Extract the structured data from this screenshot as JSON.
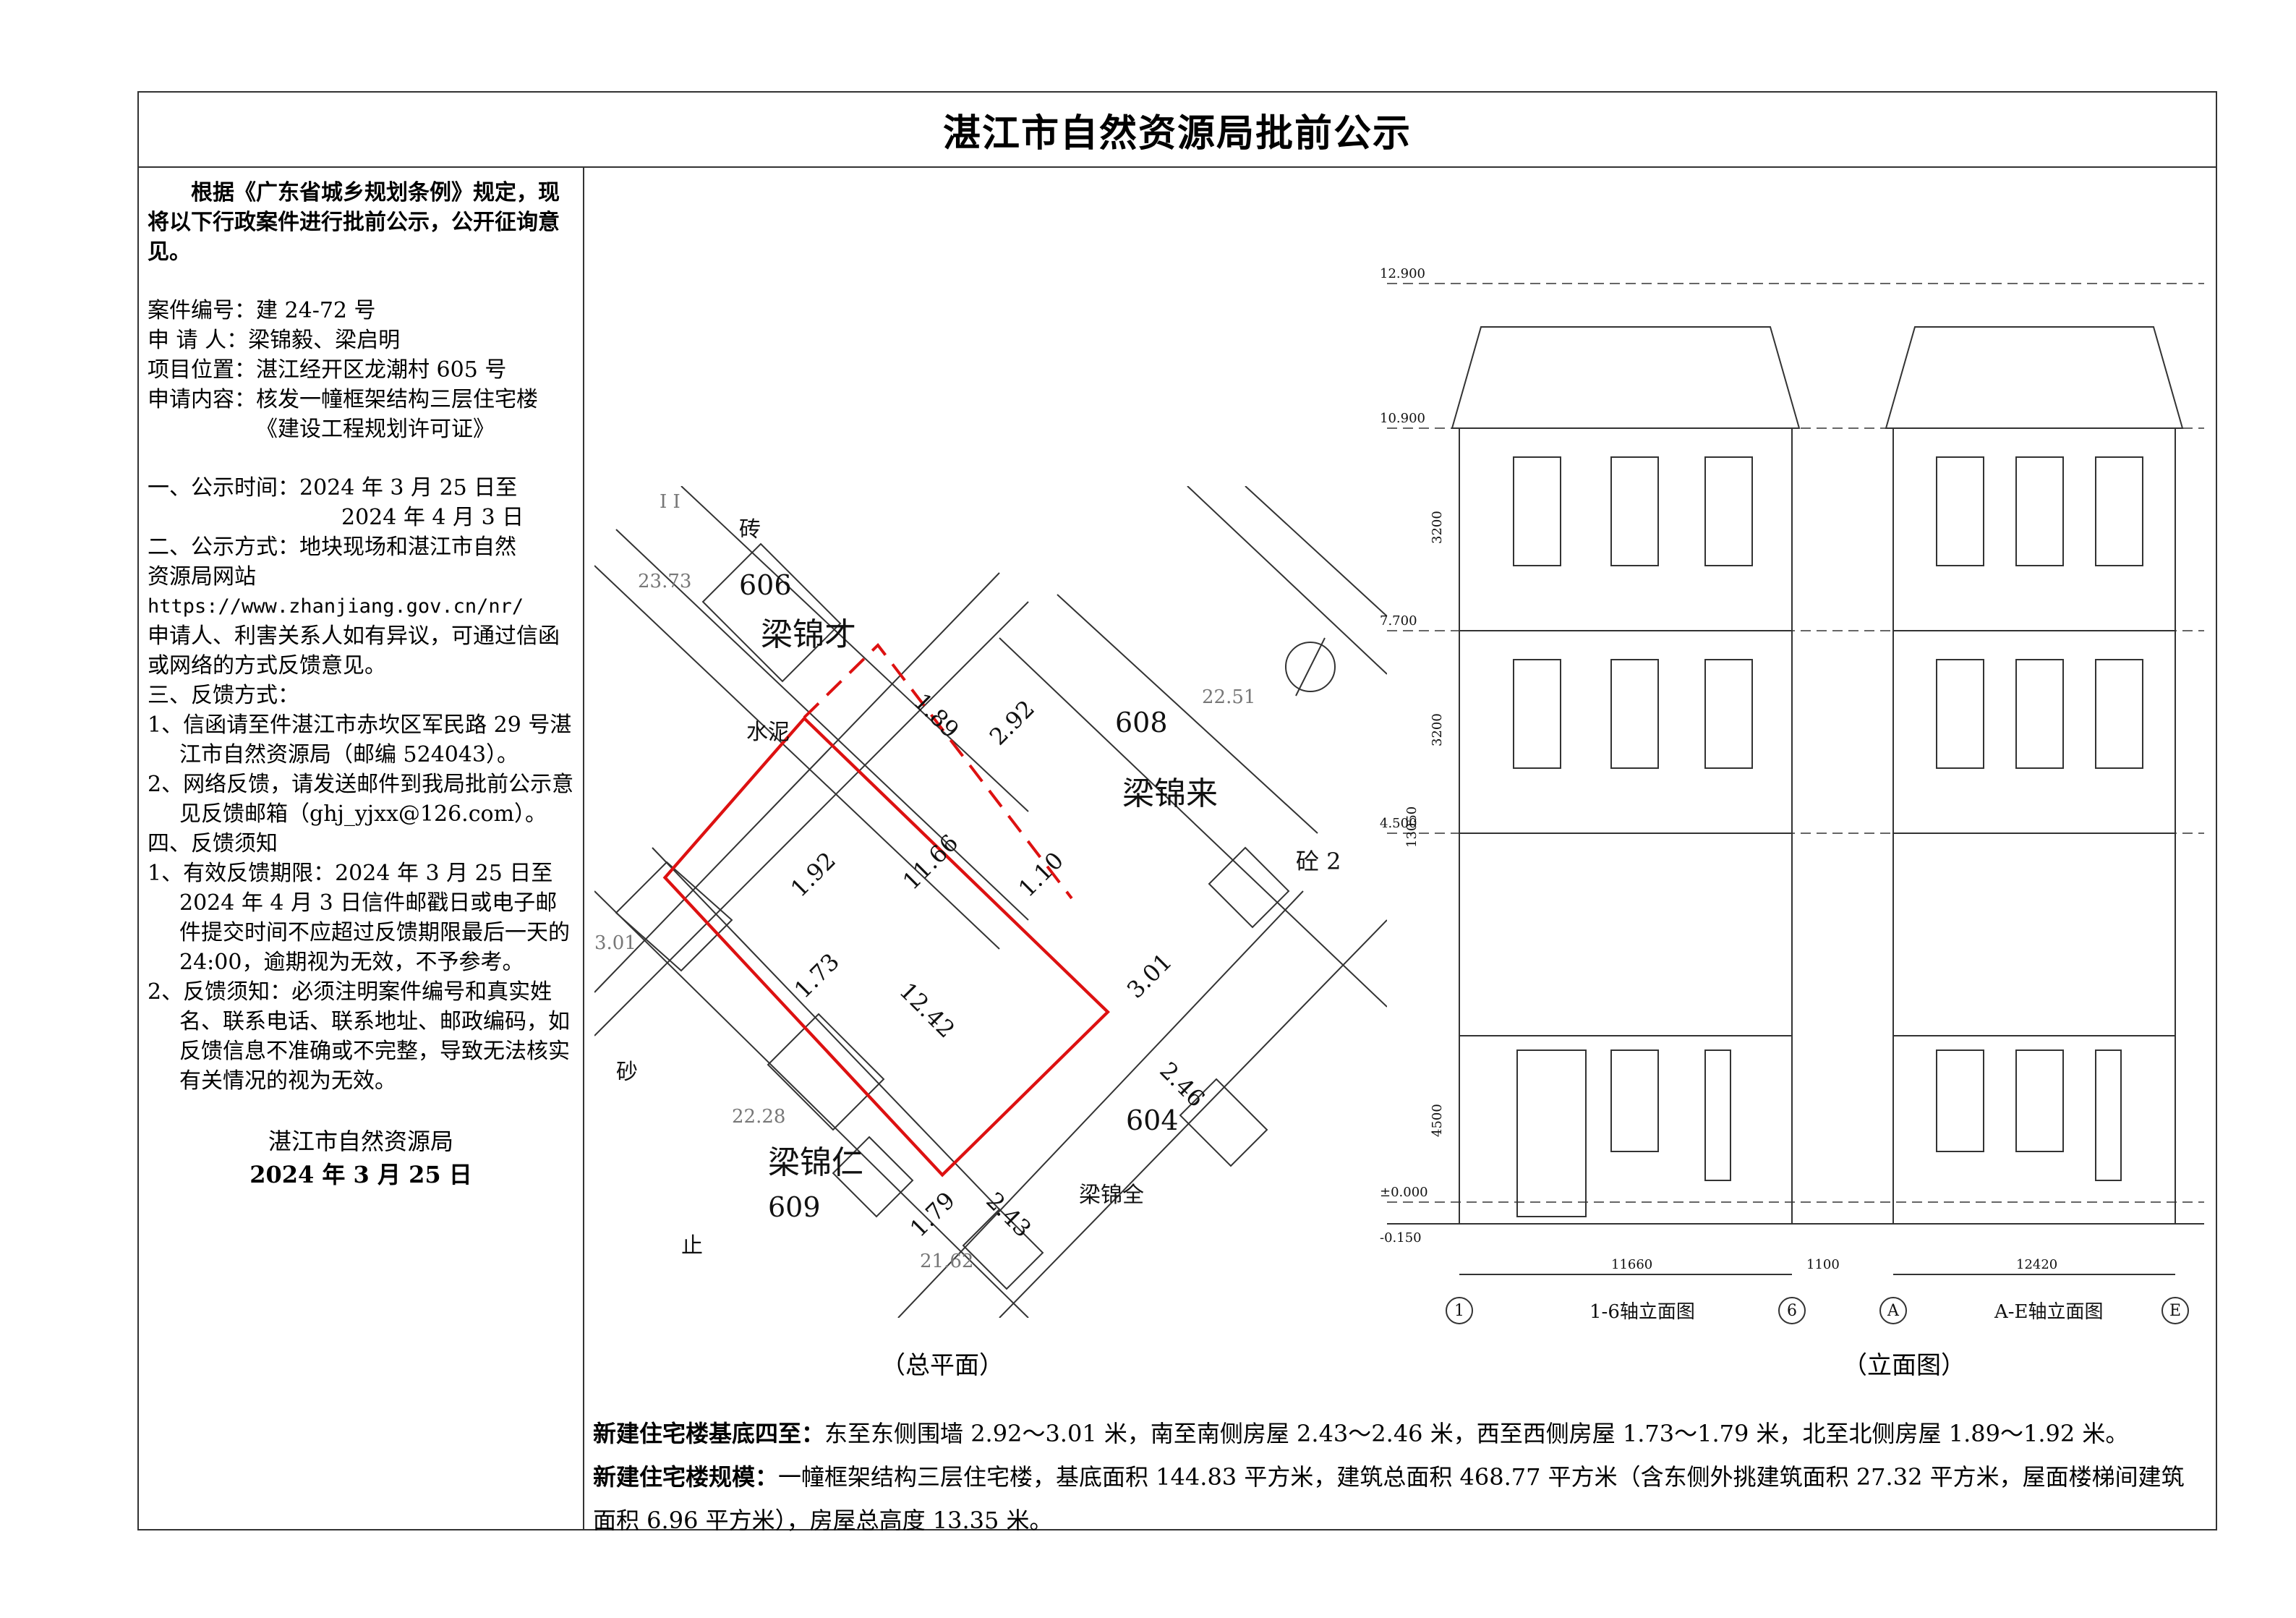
{
  "title": "湛江市自然资源局批前公示",
  "intro": "根据《广东省城乡规划条例》规定，现将以下行政案件进行批前公示，公开征询意见。",
  "case": {
    "number": "案件编号：建 24-72 号",
    "applicant": "申 请 人：梁锦毅、梁启明",
    "location": "项目位置：湛江经开区龙潮村 605 号",
    "content": "申请内容：核发一幢框架结构三层住宅楼",
    "permit": "《建设工程规划许可证》"
  },
  "section1": {
    "line1": "一、公示时间：2024 年 3 月 25 日至",
    "line2": "2024 年 4 月 3 日"
  },
  "section2": {
    "line1": "二、公示方式：地块现场和湛江市自然",
    "line2": "资源局网站",
    "url": "https://www.zhanjiang.gov.cn/nr/",
    "note": "申请人、利害关系人如有异议，可通过信函或网络的方式反馈意见。"
  },
  "section3": {
    "heading": "三、反馈方式：",
    "item1": "1、信函请至件湛江市赤坎区军民路 29 号湛江市自然资源局（邮编 524043）。",
    "item2": "2、网络反馈，请发送邮件到我局批前公示意见反馈邮箱（ghj_yjxx@126.com）。"
  },
  "section4": {
    "heading": "四、反馈须知",
    "item1": "1、有效反馈期限：2024 年 3 月 25 日至 2024 年 4 月 3 日信件邮戳日或电子邮件提交时间不应超过反馈期限最后一天的 24:00，逾期视为无效，不予参考。",
    "item2": "2、反馈须知：必须注明案件编号和真实姓名、联系电话、联系地址、邮政编码，如反馈信息不准确或不完整，导致无法核实有关情况的视为无效。"
  },
  "sign": {
    "org": "湛江市自然资源局",
    "date": "2024 年 3 月 25 日"
  },
  "site_plan": {
    "caption": "（总平面）",
    "labels": {
      "lot606": "606",
      "lot608": "608",
      "lot604": "604",
      "lot609": "609",
      "owner606": "梁锦才",
      "owner608": "梁锦来",
      "owner609": "梁锦仁",
      "owner604": "梁锦全",
      "brick": "砖",
      "cement": "水泥",
      "concrete": "砼 2",
      "sand": "砂",
      "stop": "止",
      "d_north_w": "1.89",
      "d_north_e": "2.92",
      "d_west_n": "1.92",
      "d_west_s": "1.73",
      "d_east": "3.01",
      "d_south_e": "2.46",
      "d_south_w": "2.43",
      "d_south_w2": "1.79",
      "side_a": "11.66",
      "side_b": "12.42",
      "overhang": "1.10",
      "elev1": "23.73",
      "elev2": "22.51",
      "elev3": "3.01",
      "elev4": "22.28",
      "elev5": "21.62",
      "road": "I I"
    }
  },
  "elevation": {
    "caption": "（立面图）",
    "levels": [
      "12.900",
      "10.900",
      "7.700",
      "4.500",
      "±0.000",
      "-0.150"
    ],
    "axis_left": [
      "1",
      "6"
    ],
    "axis_right": [
      "A",
      "E"
    ],
    "name_left": "1-6轴立面图",
    "name_right": "A-E轴立面图",
    "width_left": "11660",
    "width_right": "12420",
    "side_left": "1100",
    "dims": [
      "13050",
      "3200",
      "3200",
      "4500"
    ]
  },
  "notes": {
    "boundary_label": "新建住宅楼基底四至：",
    "boundary_text": "东至东侧围墙 2.92～3.01 米，南至南侧房屋 2.43～2.46 米，西至西侧房屋 1.73～1.79 米，北至北侧房屋 1.89～1.92 米。",
    "scale_label": "新建住宅楼规模：",
    "scale_text": "一幢框架结构三层住宅楼，基底面积 144.83 平方米，建筑总面积 468.77 平方米（含东侧外挑建筑面积 27.32 平方米，屋面楼梯间建筑面积 6.96 平方米），房屋总高度 13.35 米。"
  }
}
